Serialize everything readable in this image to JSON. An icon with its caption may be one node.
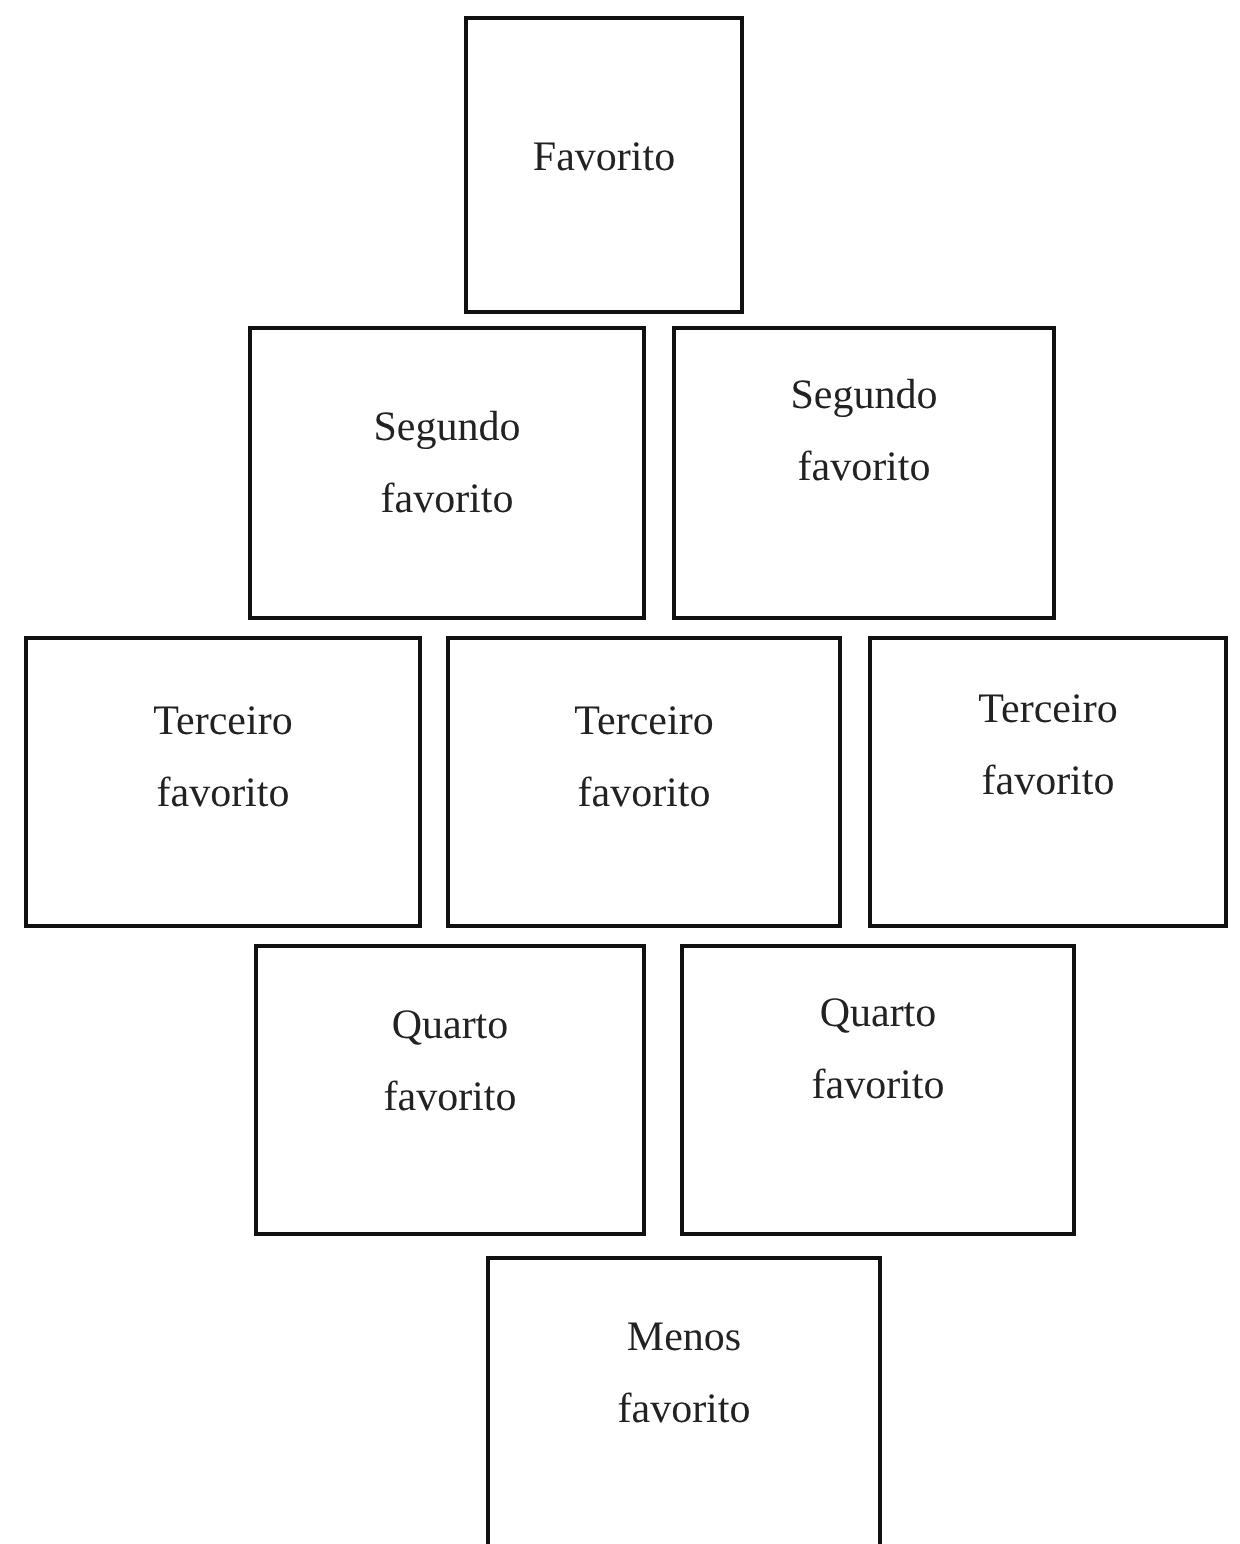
{
  "diagram": {
    "nodes": [
      {
        "text": [
          "Favorito"
        ]
      },
      {
        "text": [
          "Segundo favorito"
        ]
      },
      {
        "text": [
          "Segundo favorito"
        ]
      },
      {
        "text": [
          "Terceiro favorito"
        ]
      },
      {
        "text": [
          "Terceiro favorito"
        ]
      },
      {
        "text": [
          "Terceiro favorito"
        ]
      },
      {
        "text": [
          "Quarto favorito"
        ]
      },
      {
        "text": [
          "Quarto favorito"
        ]
      },
      {
        "text": [
          "Menos favorito"
        ]
      }
    ]
  }
}
